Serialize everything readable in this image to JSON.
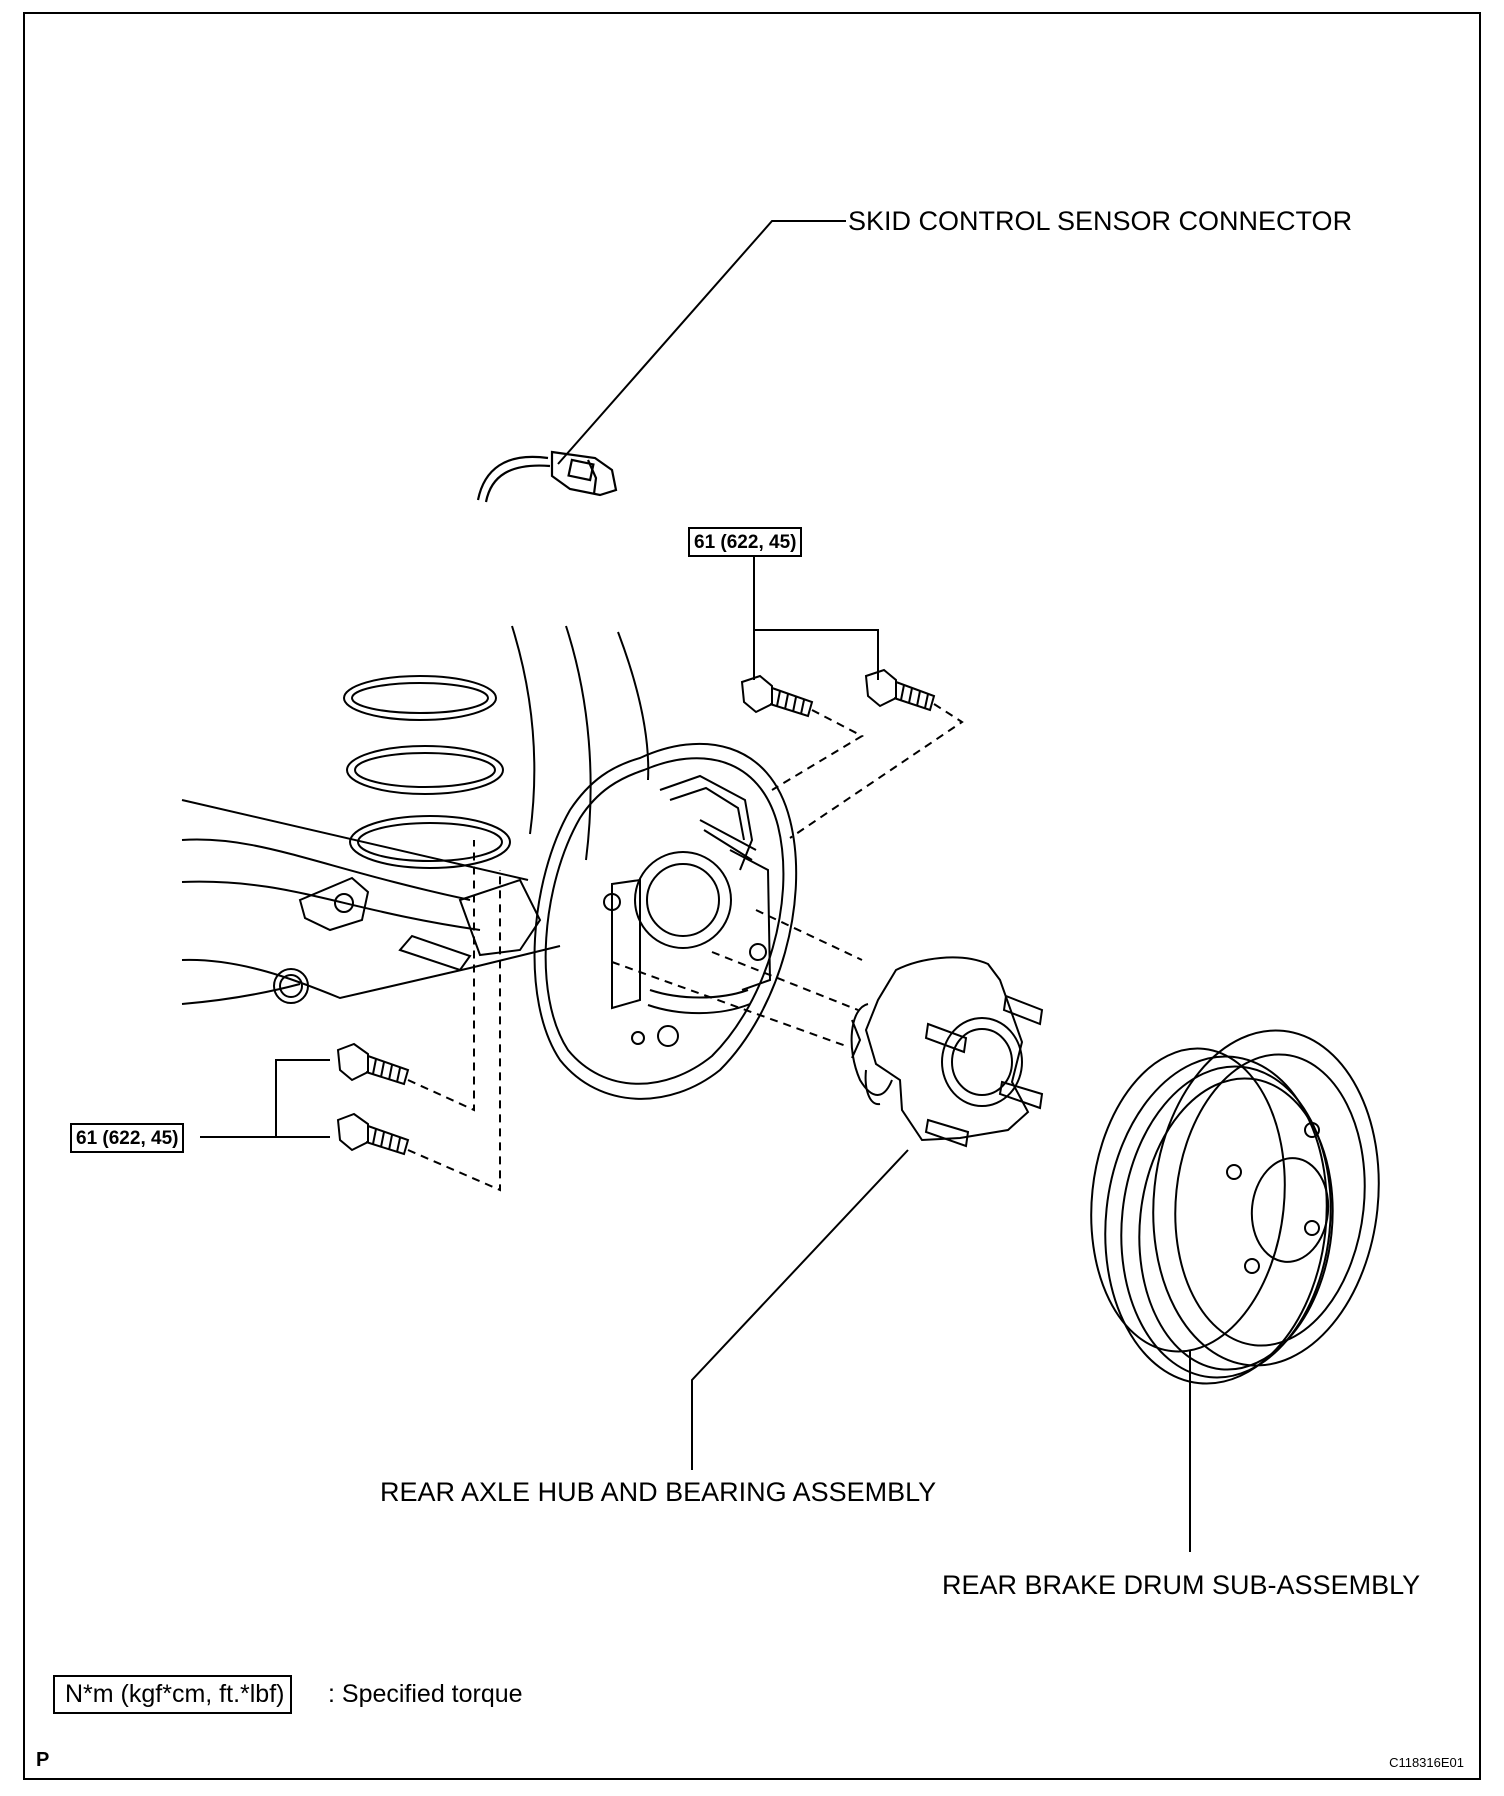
{
  "labels": {
    "skid_sensor": "SKID CONTROL SENSOR CONNECTOR",
    "hub_bearing": "REAR AXLE HUB AND BEARING ASSEMBLY",
    "brake_drum": "REAR BRAKE DRUM SUB-ASSEMBLY"
  },
  "torque": {
    "upper": "61 (622, 45)",
    "lower": "61 (622, 45)"
  },
  "legend": {
    "unit": "N*m (kgf*cm, ft.*lbf)",
    "meaning": ": Specified torque"
  },
  "footer": {
    "corner": "P",
    "code": "C118316E01"
  }
}
